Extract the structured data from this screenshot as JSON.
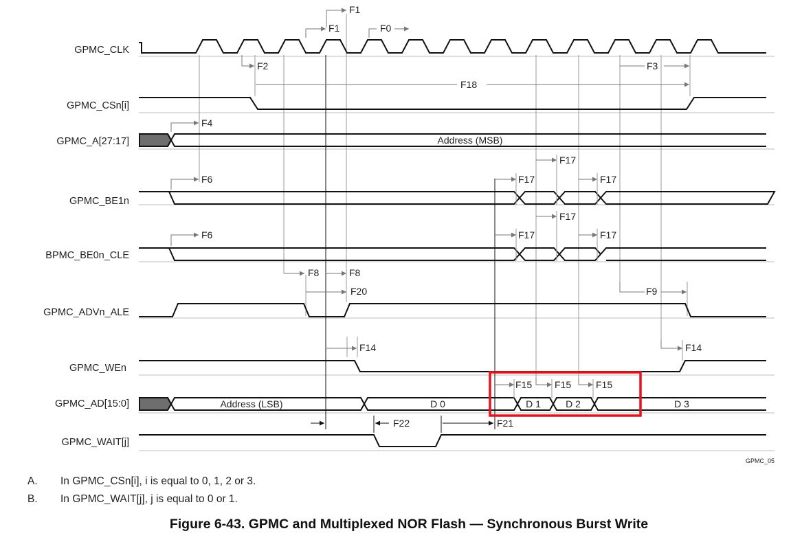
{
  "diagram": {
    "signals": [
      {
        "id": "clk",
        "label": "GPMC_CLK"
      },
      {
        "id": "csn",
        "label": "GPMC_CSn[i]"
      },
      {
        "id": "amsb",
        "label": "GPMC_A[27:17]"
      },
      {
        "id": "be1",
        "label": "GPMC_BE1n"
      },
      {
        "id": "be0",
        "label": "BPMC_BE0n_CLE"
      },
      {
        "id": "adv",
        "label": "GPMC_ADVn_ALE"
      },
      {
        "id": "wen",
        "label": "GPMC_WEn"
      },
      {
        "id": "ad",
        "label": "GPMC_AD[15:0]"
      },
      {
        "id": "wait",
        "label": "GPMC_WAIT[j]"
      }
    ],
    "bus_values": {
      "address_msb": "Address (MSB)",
      "address_lsb": "Address (LSB)",
      "d0": "D 0",
      "d1": "D 1",
      "d2": "D 2",
      "d3": "D 3"
    },
    "timing_labels": {
      "f0": "F0",
      "f1": "F1",
      "f2": "F2",
      "f3": "F3",
      "f4": "F4",
      "f6": "F6",
      "f8": "F8",
      "f9": "F9",
      "f14": "F14",
      "f15": "F15",
      "f17": "F17",
      "f18": "F18",
      "f20": "F20",
      "f21": "F21",
      "f22": "F22"
    },
    "figure_id": "GPMC_05",
    "highlight_color": "#e3141f"
  },
  "notes": [
    {
      "marker": "A.",
      "text": "In GPMC_CSn[i], i is equal to 0, 1, 2 or 3."
    },
    {
      "marker": "B.",
      "text": "In GPMC_WAIT[j], j is equal to 0 or 1."
    }
  ],
  "caption": "Figure 6-43. GPMC and Multiplexed NOR Flash — Synchronous Burst Write"
}
